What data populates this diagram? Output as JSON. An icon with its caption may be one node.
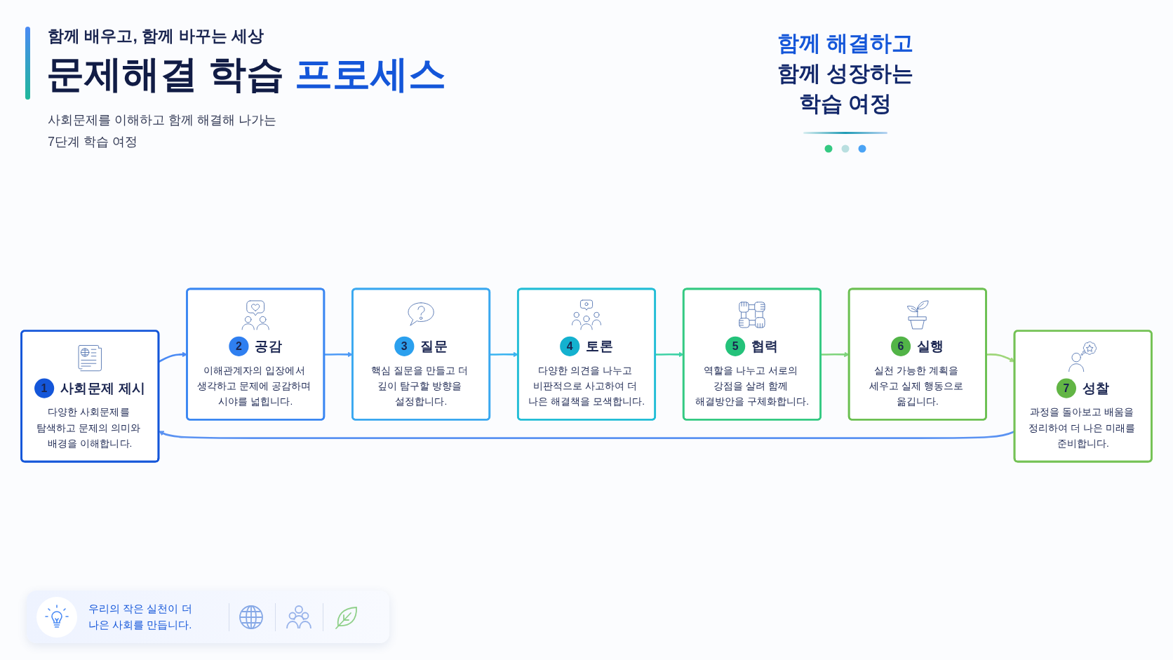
{
  "diagram": {
    "title": "문제해결 학습 프로세스",
    "nodes": [
      {
        "text": [
          "1",
          "사회문제 제시",
          "다양한 사회문제를 탐색하고 문제의 의미와 배경을 이해합니다."
        ]
      },
      {
        "text": [
          "2",
          "공감",
          "이해관계자의 입장에서 생각하고 문제에 공감하며 시야를 넓힙니다."
        ]
      },
      {
        "text": [
          "3",
          "질문",
          "핵심 질문을 만들고 더 깊이 탐구할 방향을 설정합니다."
        ]
      },
      {
        "text": [
          "4",
          "토론",
          "다양한 의견을 나누고 비판적으로 사고하여 더 나은 해결책을 모색합니다."
        ]
      },
      {
        "text": [
          "5",
          "협력",
          "역할을 나누고 서로의 강점을 살려 함께 해결방안을 구체화합니다."
        ]
      },
      {
        "text": [
          "6",
          "실행",
          "실천 가능한 계획을 세우고 실제 행동으로 옮깁니다."
        ]
      },
      {
        "text": [
          "7",
          "성찰",
          "과정을 돌아보고 배움을 정리하여 더 나은 미래를 준비합니다."
        ]
      }
    ],
    "edges": [
      {
        "from": 0,
        "to": 1,
        "arrow": "to",
        "color": "#4a8af4"
      },
      {
        "from": 1,
        "to": 2,
        "arrow": "to",
        "color": "#4f9bf6"
      },
      {
        "from": 2,
        "to": 3,
        "arrow": "to",
        "color": "#3bb4f0"
      },
      {
        "from": 3,
        "to": 4,
        "arrow": "to",
        "color": "#3fd2a6"
      },
      {
        "from": 4,
        "to": 5,
        "arrow": "to",
        "color": "#7fd47c"
      },
      {
        "from": 5,
        "to": 6,
        "arrow": "to",
        "color": "#9fd67a"
      },
      {
        "from": 6,
        "to": 0,
        "arrow": "to",
        "color": "#5a92f2"
      }
    ],
    "labels": [
      "함께 배우고, 함께 바꾸는 세상",
      "사회문제를 이해하고 함께 해결해 나가는 7단계 학습 여정",
      "함께 해결하고 함께 성장하는 학습 여정",
      "우리의 작은 실천이 더 나은 사회를 만듭니다."
    ]
  }
}
